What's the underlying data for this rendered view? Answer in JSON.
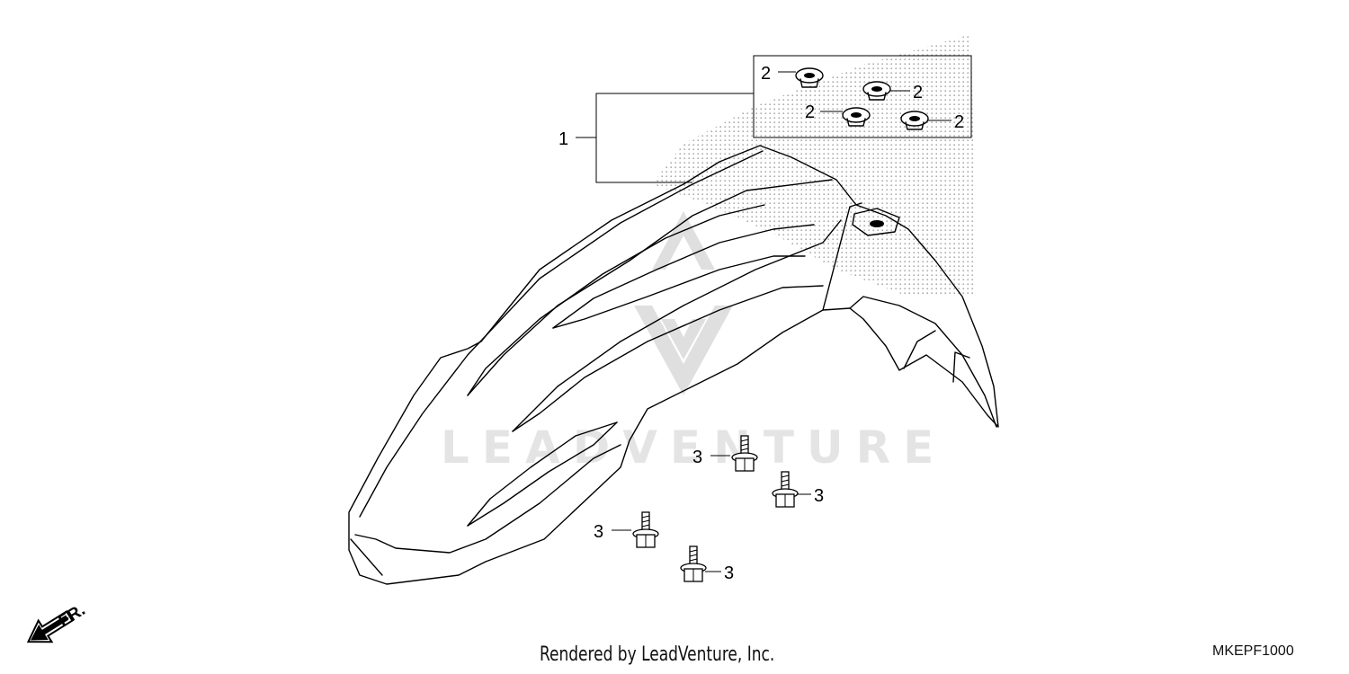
{
  "callouts": {
    "fender_assembly": "1",
    "grommet_a": "2",
    "grommet_b": "2",
    "grommet_c": "2",
    "grommet_d": "2",
    "bolt_a": "3",
    "bolt_b": "3",
    "bolt_c": "3",
    "bolt_d": "3"
  },
  "direction_marker": "FR.",
  "watermark": "LEADVENTURE",
  "footer": {
    "rendered_by": "Rendered by LeadVenture, Inc.",
    "diagram_code": "MKEPF1000"
  },
  "colors": {
    "line": "#000000",
    "background": "#ffffff",
    "shading": "#bdbdbd"
  }
}
